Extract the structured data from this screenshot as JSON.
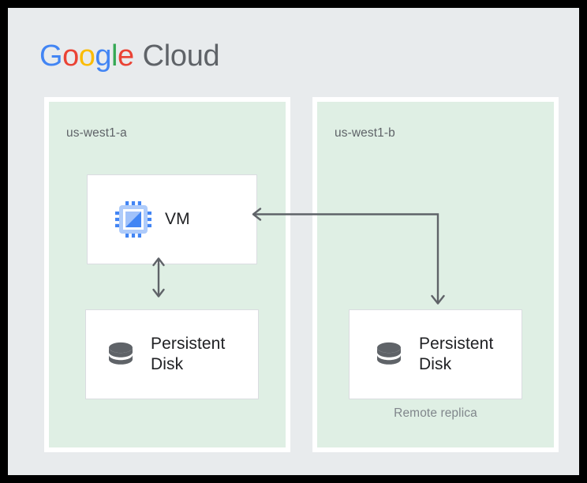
{
  "brand": {
    "logo_google": "Google",
    "logo_google_letters": [
      "G",
      "o",
      "o",
      "g",
      "l",
      "e"
    ],
    "logo_cloud": "Cloud",
    "colors": {
      "blue": "#4285f4",
      "red": "#ea4335",
      "yellow": "#fbbc05",
      "green": "#34a853",
      "gray_text": "#5f6368"
    }
  },
  "canvas": {
    "background": "#e8ebed",
    "frame_color": "#000000"
  },
  "zones": [
    {
      "id": "us-west1-a",
      "label": "us-west1-a",
      "fill": "#dfefe4",
      "border": "#ffffff",
      "resources": [
        {
          "id": "vm",
          "label": "VM",
          "icon": "cpu-chip-icon"
        },
        {
          "id": "persistent-disk-a",
          "label": "Persistent Disk",
          "icon": "database-disk-icon"
        }
      ]
    },
    {
      "id": "us-west1-b",
      "label": "us-west1-b",
      "fill": "#dfefe4",
      "border": "#ffffff",
      "resources": [
        {
          "id": "persistent-disk-b",
          "label": "Persistent Disk",
          "icon": "database-disk-icon",
          "caption": "Remote replica"
        }
      ]
    }
  ],
  "connectors": [
    {
      "id": "vm-to-disk-local",
      "style": "double-arrow-vertical",
      "color": "#5f6368",
      "from": "vm",
      "to": "persistent-disk-a"
    },
    {
      "id": "replica-to-vm",
      "style": "elbow-arrow",
      "color": "#5f6368",
      "from": "vm",
      "to": "persistent-disk-b"
    }
  ],
  "icon_colors": {
    "cpu_pin": "#4285f4",
    "cpu_body": "#aecbfa",
    "cpu_inner_light": "#a1c2fa",
    "cpu_inner_dark": "#4285f4",
    "disk": "#5f6368"
  }
}
